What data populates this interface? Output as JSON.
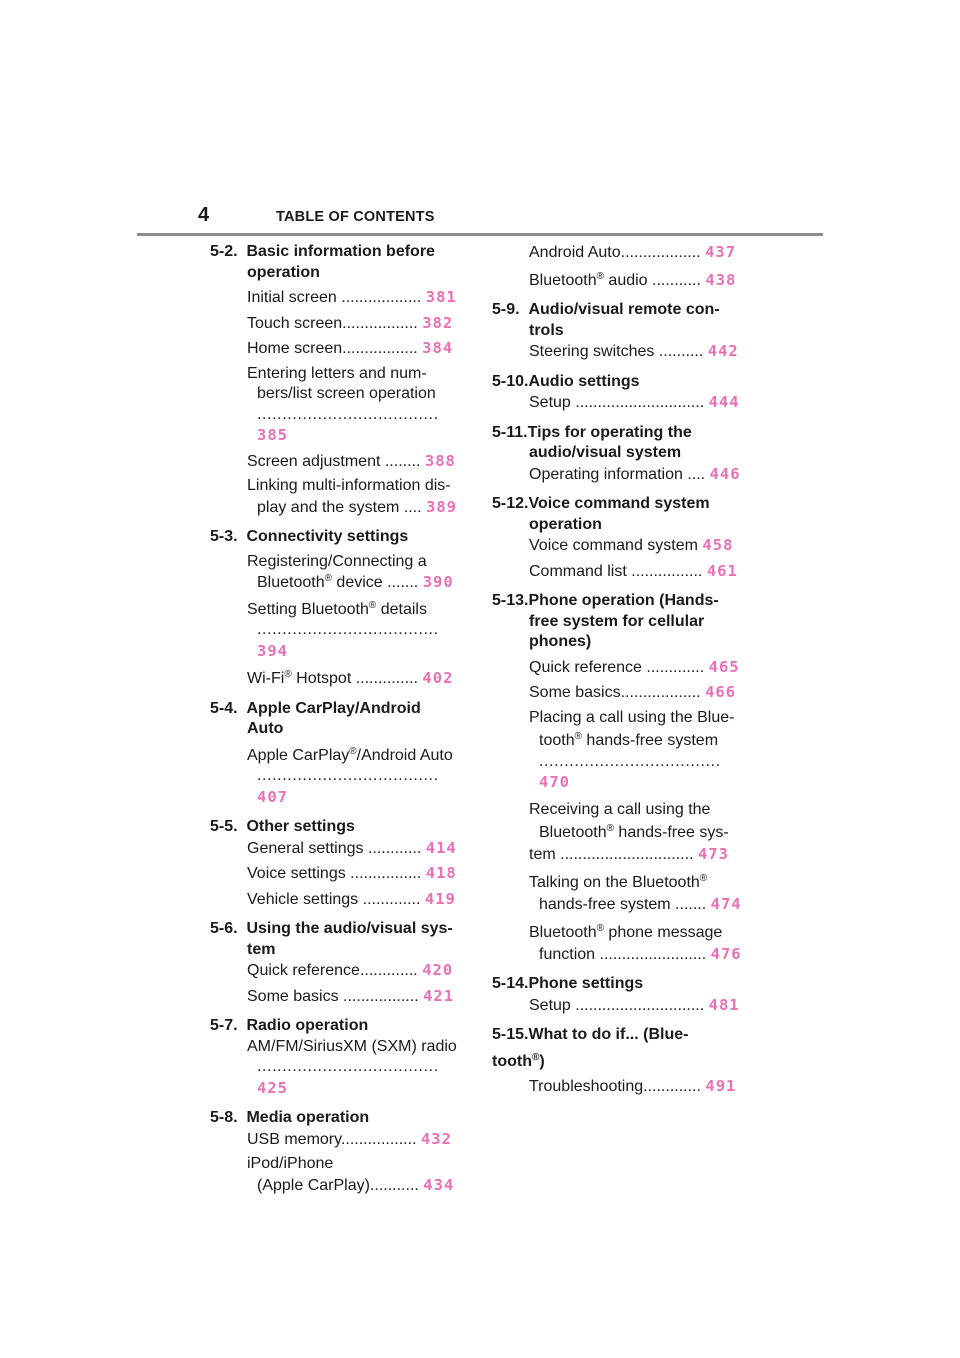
{
  "header": {
    "page_number": "4",
    "title": "TABLE OF CONTENTS"
  },
  "left": [
    {
      "num": "5-2.",
      "title_lines": [
        "Basic information before",
        "operation"
      ],
      "items": [
        {
          "text": "Initial screen ..................",
          "page": "381"
        },
        {
          "text": "Touch screen.................",
          "page": "382"
        },
        {
          "text": "Home screen.................",
          "page": "384"
        },
        {
          "text_lines": [
            "Entering letters and num-",
            "bers/list screen operation"
          ],
          "dots": "....................................",
          "page": "385"
        },
        {
          "text": "Screen adjustment ........",
          "page": "388"
        },
        {
          "text_lines": [
            "Linking multi-information dis-",
            "play and the system ...."
          ],
          "page": "389"
        }
      ]
    },
    {
      "num": "5-3.",
      "title_lines": [
        "Connectivity settings"
      ],
      "items": [
        {
          "text_lines": [
            "Registering/Connecting a",
            "Bluetooth",
            " device ......."
          ],
          "page": "390"
        },
        {
          "text_lines": [
            "Setting Bluetooth",
            " details"
          ],
          "dots": "....................................",
          "page": "394"
        },
        {
          "text_lines": [
            "Wi-Fi",
            " Hotspot .............."
          ],
          "page": "402"
        }
      ]
    },
    {
      "num": "5-4.",
      "title_lines": [
        "Apple CarPlay/Android",
        "Auto"
      ],
      "items": [
        {
          "text_lines": [
            "Apple CarPlay",
            "/Android Auto"
          ],
          "dots": "....................................",
          "page": "407"
        }
      ]
    },
    {
      "num": "5-5.",
      "title_lines": [
        "Other settings"
      ],
      "items": [
        {
          "text": "General settings ............",
          "page": "414"
        },
        {
          "text": "Voice settings ................",
          "page": "418"
        },
        {
          "text": "Vehicle settings .............",
          "page": "419"
        }
      ]
    },
    {
      "num": "5-6.",
      "title_lines": [
        "Using the audio/visual sys-",
        "tem"
      ],
      "items": [
        {
          "text": "Quick reference.............",
          "page": "420"
        },
        {
          "text": "Some basics .................",
          "page": "421"
        }
      ]
    },
    {
      "num": "5-7.",
      "title_lines": [
        "Radio operation"
      ],
      "items": [
        {
          "text_lines": [
            "AM/FM/SiriusXM (SXM) radio"
          ],
          "dots": "....................................",
          "page": "425"
        }
      ]
    },
    {
      "num": "5-8.",
      "title_lines": [
        "Media operation"
      ],
      "items": [
        {
          "text": "USB memory.................",
          "page": "432"
        },
        {
          "text_lines": [
            "iPod/iPhone",
            "(Apple CarPlay)..........."
          ],
          "page": "434"
        }
      ]
    }
  ],
  "right": {
    "carry": [
      {
        "text": "Android Auto..................",
        "page": "437"
      },
      {
        "text_lines": [
          "Bluetooth",
          " audio ..........."
        ],
        "page": "438"
      }
    ],
    "sections": [
      {
        "num": "5-9.",
        "title_lines": [
          "Audio/visual remote con-",
          "trols"
        ],
        "items": [
          {
            "text": "Steering switches ..........",
            "page": "442"
          }
        ]
      },
      {
        "num": "5-10.",
        "title_lines": [
          "Audio settings"
        ],
        "items": [
          {
            "text": "Setup .............................",
            "page": "444"
          }
        ]
      },
      {
        "num": "5-11.",
        "title_lines": [
          "Tips for operating the",
          "audio/visual system"
        ],
        "items": [
          {
            "text": "Operating information ....",
            "page": "446"
          }
        ]
      },
      {
        "num": "5-12.",
        "title_lines": [
          "Voice command system",
          "operation"
        ],
        "items": [
          {
            "text": "Voice command system ",
            "page": "458"
          },
          {
            "text": "Command list ................",
            "page": "461"
          }
        ]
      },
      {
        "num": "5-13.",
        "title_lines": [
          "Phone operation (Hands-",
          "free system for cellular",
          "phones)"
        ],
        "items": [
          {
            "text": "Quick reference .............",
            "page": "465"
          },
          {
            "text": "Some basics..................",
            "page": "466"
          },
          {
            "text_lines": [
              "Placing a call using the Blue-",
              "tooth",
              " hands-free system"
            ],
            "dots": "....................................",
            "page": "470"
          },
          {
            "text_lines": [
              "Receiving a call using the",
              "Bluetooth",
              " hands-free sys-",
              "tem .............................."
            ],
            "page": "473"
          },
          {
            "text_lines": [
              "Talking on the Bluetooth",
              "hands-free system ......."
            ],
            "page": "474"
          },
          {
            "text_lines": [
              "Bluetooth",
              " phone message",
              "function ........................"
            ],
            "page": "476"
          }
        ]
      },
      {
        "num": "5-14.",
        "title_lines": [
          "Phone settings"
        ],
        "items": [
          {
            "text": "Setup .............................",
            "page": "481"
          }
        ]
      },
      {
        "num": "5-15.",
        "title_lines": [
          "What to do if... (Blue-",
          "tooth",
          ")"
        ],
        "items": [
          {
            "text": "Troubleshooting.............",
            "page": "491"
          }
        ]
      }
    ]
  },
  "symbols": {
    "registered": "®"
  },
  "colors": {
    "page_link": "#e96fb6",
    "rule": "#8c8c8c"
  }
}
